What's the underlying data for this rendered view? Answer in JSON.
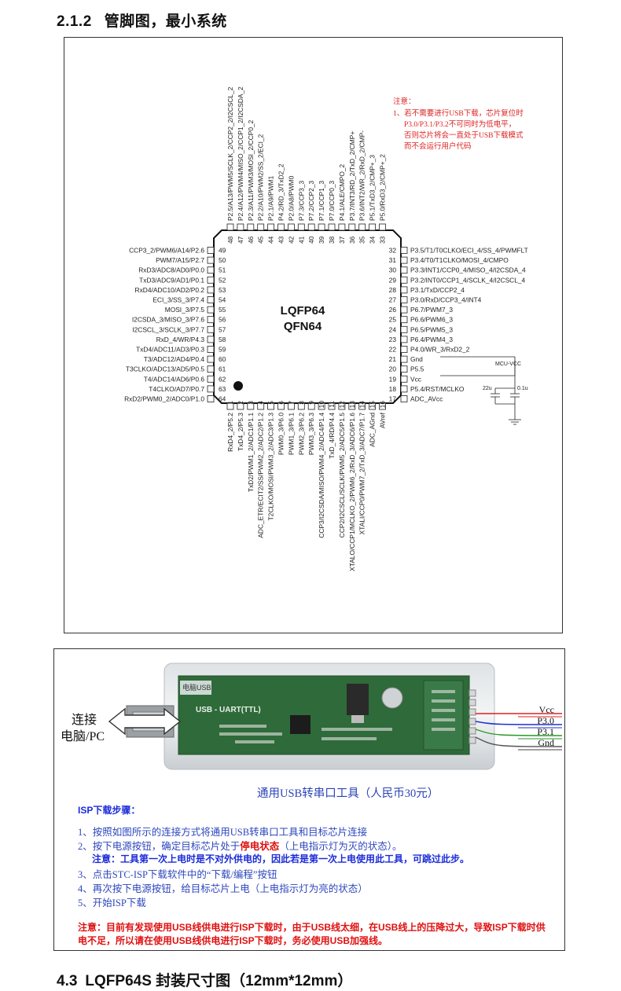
{
  "heading": {
    "section": "2.1.2",
    "title": "管脚图，最小系统"
  },
  "chip": {
    "name1": "LQFP64",
    "name2": "QFN64"
  },
  "notes": {
    "title": "注意：",
    "line1": "1、若不需要进行USB下载，芯片复位时",
    "line2": "P3.0/P3.1/P3.2不可同时为低电平，",
    "line3": "否则芯片将会一直处于USB下载模式",
    "line4": "而不会运行用户代码"
  },
  "pins": {
    "left": [
      {
        "num": "49",
        "label": "CCP3_2/PWM6/A14/P2.6"
      },
      {
        "num": "50",
        "label": "PWM7/A15/P2.7"
      },
      {
        "num": "51",
        "label": "RxD3/ADC8/AD0/P0.0"
      },
      {
        "num": "52",
        "label": "TxD3/ADC9/AD1/P0.1"
      },
      {
        "num": "53",
        "label": "RxD4/ADC10/AD2/P0.2"
      },
      {
        "num": "54",
        "label": "ECI_3/SS_3/P7.4"
      },
      {
        "num": "55",
        "label": "MOSI_3/P7.5"
      },
      {
        "num": "56",
        "label": "I2CSDA_3/MISO_3/P7.6"
      },
      {
        "num": "57",
        "label": "I2CSCL_3/SCLK_3/P7.7"
      },
      {
        "num": "58",
        "label": "RxD_4/WR/P4.3"
      },
      {
        "num": "59",
        "label": "TxD4/ADC11/AD3/P0.3"
      },
      {
        "num": "60",
        "label": "T3/ADC12/AD4/P0.4"
      },
      {
        "num": "61",
        "label": "T3CLKO/ADC13/AD5/P0.5"
      },
      {
        "num": "62",
        "label": "T4/ADC14/AD6/P0.6"
      },
      {
        "num": "63",
        "label": "T4CLKO/AD7/P0.7"
      },
      {
        "num": "64",
        "label": "RxD2/PWM0_2/ADC0/P1.0"
      }
    ],
    "right": [
      {
        "num": "32",
        "label": "P3.5/T1/T0CLKO/ECI_4/SS_4/PWMFLT"
      },
      {
        "num": "31",
        "label": "P3.4/T0/T1CLKO/MOSI_4/CMPO"
      },
      {
        "num": "30",
        "label": "P3.3/INT1/CCP0_4/MISO_4/I2CSDA_4"
      },
      {
        "num": "29",
        "label": "P3.2/INT0/CCP1_4/SCLK_4/I2CSCL_4"
      },
      {
        "num": "28",
        "label": "P3.1/TxD/CCP2_4"
      },
      {
        "num": "27",
        "label": "P3.0/RxD/CCP3_4/INT4"
      },
      {
        "num": "26",
        "label": "P6.7/PWM7_3"
      },
      {
        "num": "25",
        "label": "P6.6/PWM6_3"
      },
      {
        "num": "24",
        "label": "P6.5/PWM5_3"
      },
      {
        "num": "23",
        "label": "P6.4/PWM4_3"
      },
      {
        "num": "22",
        "label": "P4.0/WR_3/RxD2_2"
      },
      {
        "num": "21",
        "label": "Gnd"
      },
      {
        "num": "20",
        "label": "P5.5"
      },
      {
        "num": "19",
        "label": "Vcc"
      },
      {
        "num": "18",
        "label": "P5.4/RST/MCLKO"
      },
      {
        "num": "17",
        "label": "ADC_AVcc"
      }
    ],
    "top": [
      {
        "num": "48",
        "label": "P2.5/A13/PWM5/SCLK_2/CCP2_2/I2CSCL_2"
      },
      {
        "num": "47",
        "label": "P2.4/A12/PWM4/MISO_2/CCP1_2/I2CSDA_2"
      },
      {
        "num": "46",
        "label": "P2.3/A11/PWM3/MOSI_2/CCP0_2"
      },
      {
        "num": "45",
        "label": "P2.2/A10/PWM2/SS_2/ECI_2"
      },
      {
        "num": "44",
        "label": "P2.1/A9/PWM1"
      },
      {
        "num": "43",
        "label": "P4.2/RD_3/TxD2_2"
      },
      {
        "num": "42",
        "label": "P2.0/A8/PWM0"
      },
      {
        "num": "41",
        "label": "P7.3/CCP3_3"
      },
      {
        "num": "40",
        "label": "P7.2/CCP2_3"
      },
      {
        "num": "39",
        "label": "P7.1/CCP1_3"
      },
      {
        "num": "38",
        "label": "P7.0/CCP0_3"
      },
      {
        "num": "37",
        "label": "P4.1/ALE/CMPO_2"
      },
      {
        "num": "36",
        "label": "P3.7/INT3/RD_2/TxD_2/CMP+"
      },
      {
        "num": "35",
        "label": "P3.6/INT2/WR_2/RxD_2/CMP-"
      },
      {
        "num": "34",
        "label": "P5.1/TxD3_2/CMP+_3"
      },
      {
        "num": "33",
        "label": "P5.0/RxD3_2/CMP+_2"
      }
    ],
    "bottom": [
      {
        "num": "1",
        "label": "RxD4_2/P5.2"
      },
      {
        "num": "2",
        "label": "TxD4_2/P5.3"
      },
      {
        "num": "3",
        "label": "TxD2/PWM1_2/ADC1/P1.1"
      },
      {
        "num": "4",
        "label": "ADC_ETR/ECIT2/SS/PWM2_2/ADC2/P1.2"
      },
      {
        "num": "5",
        "label": "T2CLKO/MOSI/PWM3_2/ADC3/P1.3"
      },
      {
        "num": "6",
        "label": "PWM0_3/P6.0"
      },
      {
        "num": "7",
        "label": "PWM1_3/P6.1"
      },
      {
        "num": "8",
        "label": "PWM2_3/P6.2"
      },
      {
        "num": "9",
        "label": "PWM3_3/P6.3"
      },
      {
        "num": "10",
        "label": "CCP3/I2CSDA/MISO/PWM4_2/ADC4/P1.4"
      },
      {
        "num": "11",
        "label": "TxD_4/RD/P4.4"
      },
      {
        "num": "12",
        "label": "CCP2/I2CSCL/SCLK/PWM5_2/ADC5/P1.5"
      },
      {
        "num": "13",
        "label": "XTALO/CCP1/MCLKO_2/PWM6_2/RxD_3/ADC6/P1.6"
      },
      {
        "num": "14",
        "label": "XTALI/CCP0/PWM7_2/TxD_3/ADC7/P1.7"
      },
      {
        "num": "15",
        "label": "ADC_AGnd"
      },
      {
        "num": "16",
        "label": "AVref"
      }
    ]
  },
  "power": {
    "mcu_vcc": "MCU-VCC",
    "cap1": "22u",
    "cap2": "0.1u"
  },
  "usb_tool": {
    "connect_label1": "连接",
    "connect_label2": "电脑/PC",
    "board_text1": "USB - UART(TTL)",
    "board_text2": "电脑USB",
    "signals": [
      "Vcc",
      "P3.0",
      "P3.1",
      "Gnd"
    ],
    "caption": "通用USB转串口工具（人民币30元）"
  },
  "isp": {
    "title": "ISP下载步骤：",
    "step1": "1、按照如图所示的连接方式将通用USB转串口工具和目标芯片连接",
    "step2_a": "2、按下电源按钮，确定目标芯片处于",
    "step2_b": "停电状态",
    "step2_c": "（上电指示灯为灭的状态）。",
    "step_note": "注意：工具第一次上电时是不对外供电的，因此若是第一次上电使用此工具，可跳过此步。",
    "step3": "3、点击STC-ISP下载软件中的“下载/编程”按钮",
    "step4": "4、再次按下电源按钮，给目标芯片上电（上电指示灯为亮的状态）",
    "step5": "5、开始ISP下载",
    "warning": "注意：目前有发现使用USB线供电进行ISP下载时，由于USB线太细，在USB线上的压降过大，导致ISP下载时供电不足，所以请在使用USB线供电进行ISP下载时，务必使用USB加强线。"
  },
  "footer": {
    "section": "4.3",
    "title": "LQFP64S 封装尺寸图（12mm*12mm）"
  },
  "colors": {
    "note_red": "#dd2222",
    "step_blue": "#2e47bd",
    "wire_red": "#e02020",
    "wire_blue": "#2030d0",
    "board_green": "#2f6a3a"
  }
}
